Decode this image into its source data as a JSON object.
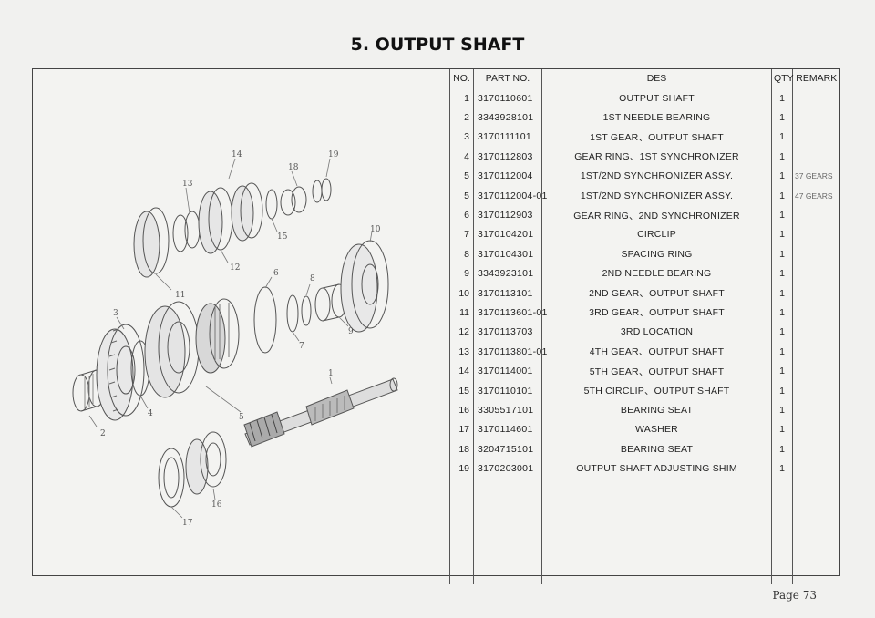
{
  "title": "5. OUTPUT SHAFT",
  "table": {
    "headers": {
      "no": "NO.",
      "part_no": "PART NO.",
      "des": "DES",
      "qty": "QTY",
      "remark": "REMARK"
    },
    "rows": [
      {
        "no": "1",
        "part_no": "3170110601",
        "des": "OUTPUT SHAFT",
        "qty": "1",
        "remark": ""
      },
      {
        "no": "2",
        "part_no": "3343928101",
        "des": "1ST NEEDLE BEARING",
        "qty": "1",
        "remark": ""
      },
      {
        "no": "3",
        "part_no": "3170111101",
        "des": "1ST GEAR、OUTPUT SHAFT",
        "qty": "1",
        "remark": ""
      },
      {
        "no": "4",
        "part_no": "3170112803",
        "des": "GEAR RING、1ST SYNCHRONIZER",
        "qty": "1",
        "remark": ""
      },
      {
        "no": "5",
        "part_no": "3170112004",
        "des": "1ST/2ND SYNCHRONIZER ASSY.",
        "qty": "1",
        "remark": "37 GEARS"
      },
      {
        "no": "5",
        "part_no": "3170112004-01",
        "des": "1ST/2ND SYNCHRONIZER ASSY.",
        "qty": "1",
        "remark": "47 GEARS"
      },
      {
        "no": "6",
        "part_no": "3170112903",
        "des": "GEAR RING、2ND SYNCHRONIZER",
        "qty": "1",
        "remark": ""
      },
      {
        "no": "7",
        "part_no": "3170104201",
        "des": "CIRCLIP",
        "qty": "1",
        "remark": ""
      },
      {
        "no": "8",
        "part_no": "3170104301",
        "des": "SPACING RING",
        "qty": "1",
        "remark": ""
      },
      {
        "no": "9",
        "part_no": "3343923101",
        "des": "2ND NEEDLE BEARING",
        "qty": "1",
        "remark": ""
      },
      {
        "no": "10",
        "part_no": "3170113101",
        "des": "2ND GEAR、OUTPUT SHAFT",
        "qty": "1",
        "remark": ""
      },
      {
        "no": "11",
        "part_no": "3170113601-01",
        "des": "3RD GEAR、OUTPUT SHAFT",
        "qty": "1",
        "remark": ""
      },
      {
        "no": "12",
        "part_no": "3170113703",
        "des": "3RD LOCATION",
        "qty": "1",
        "remark": ""
      },
      {
        "no": "13",
        "part_no": "3170113801-01",
        "des": "4TH GEAR、OUTPUT SHAFT",
        "qty": "1",
        "remark": ""
      },
      {
        "no": "14",
        "part_no": "3170114001",
        "des": "5TH GEAR、OUTPUT SHAFT",
        "qty": "1",
        "remark": ""
      },
      {
        "no": "15",
        "part_no": "3170110101",
        "des": "5TH CIRCLIP、OUTPUT SHAFT",
        "qty": "1",
        "remark": ""
      },
      {
        "no": "16",
        "part_no": "3305517101",
        "des": "BEARING SEAT",
        "qty": "1",
        "remark": ""
      },
      {
        "no": "17",
        "part_no": "3170114601",
        "des": "WASHER",
        "qty": "1",
        "remark": ""
      },
      {
        "no": "18",
        "part_no": "3204715101",
        "des": "BEARING SEAT",
        "qty": "1",
        "remark": ""
      },
      {
        "no": "19",
        "part_no": "3170203001",
        "des": "OUTPUT SHAFT ADJUSTING SHIM",
        "qty": "1",
        "remark": ""
      }
    ]
  },
  "diagram": {
    "callouts": [
      "1",
      "2",
      "3",
      "4",
      "5",
      "6",
      "7",
      "8",
      "9",
      "10",
      "11",
      "12",
      "13",
      "14",
      "15",
      "16",
      "17",
      "18",
      "19"
    ]
  },
  "page": "Page 73"
}
